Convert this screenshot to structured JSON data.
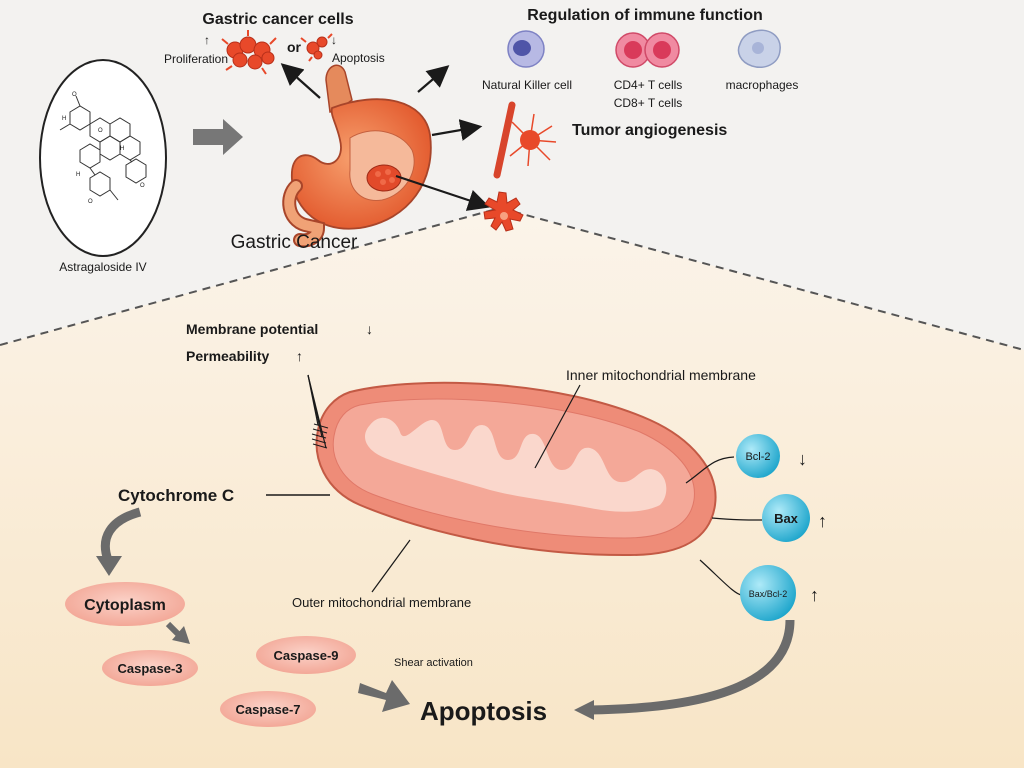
{
  "top": {
    "gastric_cells_title": "Gastric cancer cells",
    "proliferation_arrow": "↑",
    "proliferation": "Proliferation",
    "or": "or",
    "apoptosis_arrow": "↓",
    "apoptosis": "Apoptosis",
    "immune_title": "Regulation of immune function",
    "nk_cell": "Natural Killer cell",
    "cd4": "CD4+ T cells",
    "cd8": "CD8+ T cells",
    "macrophages": "macrophages",
    "angiogenesis": "Tumor angiogenesis",
    "compound": "Astragaloside IV",
    "gastric_cancer": "Gastric Cancer"
  },
  "mito": {
    "membrane_potential": "Membrane potential",
    "membrane_potential_arrow": "↓",
    "permeability": "Permeability",
    "permeability_arrow": "↑",
    "inner_membrane": "Inner mitochondrial membrane",
    "outer_membrane": "Outer mitochondrial membrane",
    "cytochrome": "Cytochrome C",
    "cytoplasm": "Cytoplasm",
    "caspase3": "Caspase-3",
    "caspase9": "Caspase-9",
    "caspase7": "Caspase-7",
    "shear": "Shear activation",
    "apoptosis": "Apoptosis",
    "bcl2": "Bcl-2",
    "bcl2_arrow": "↓",
    "bax": "Bax",
    "bax_arrow": "↑",
    "ratio": "Bax/Bcl-2",
    "ratio_arrow": "↑"
  },
  "colors": {
    "top_bg": "#f3f2f0",
    "bottom_bg": "#fbecd3",
    "tumor": "#e8492a",
    "mito_outer": "#ef8e7c",
    "mito_inner": "#f7b7a8",
    "protein": "#3bbfe0",
    "caspase": "#f7b7a6",
    "arrow": "#6b6b6b"
  }
}
